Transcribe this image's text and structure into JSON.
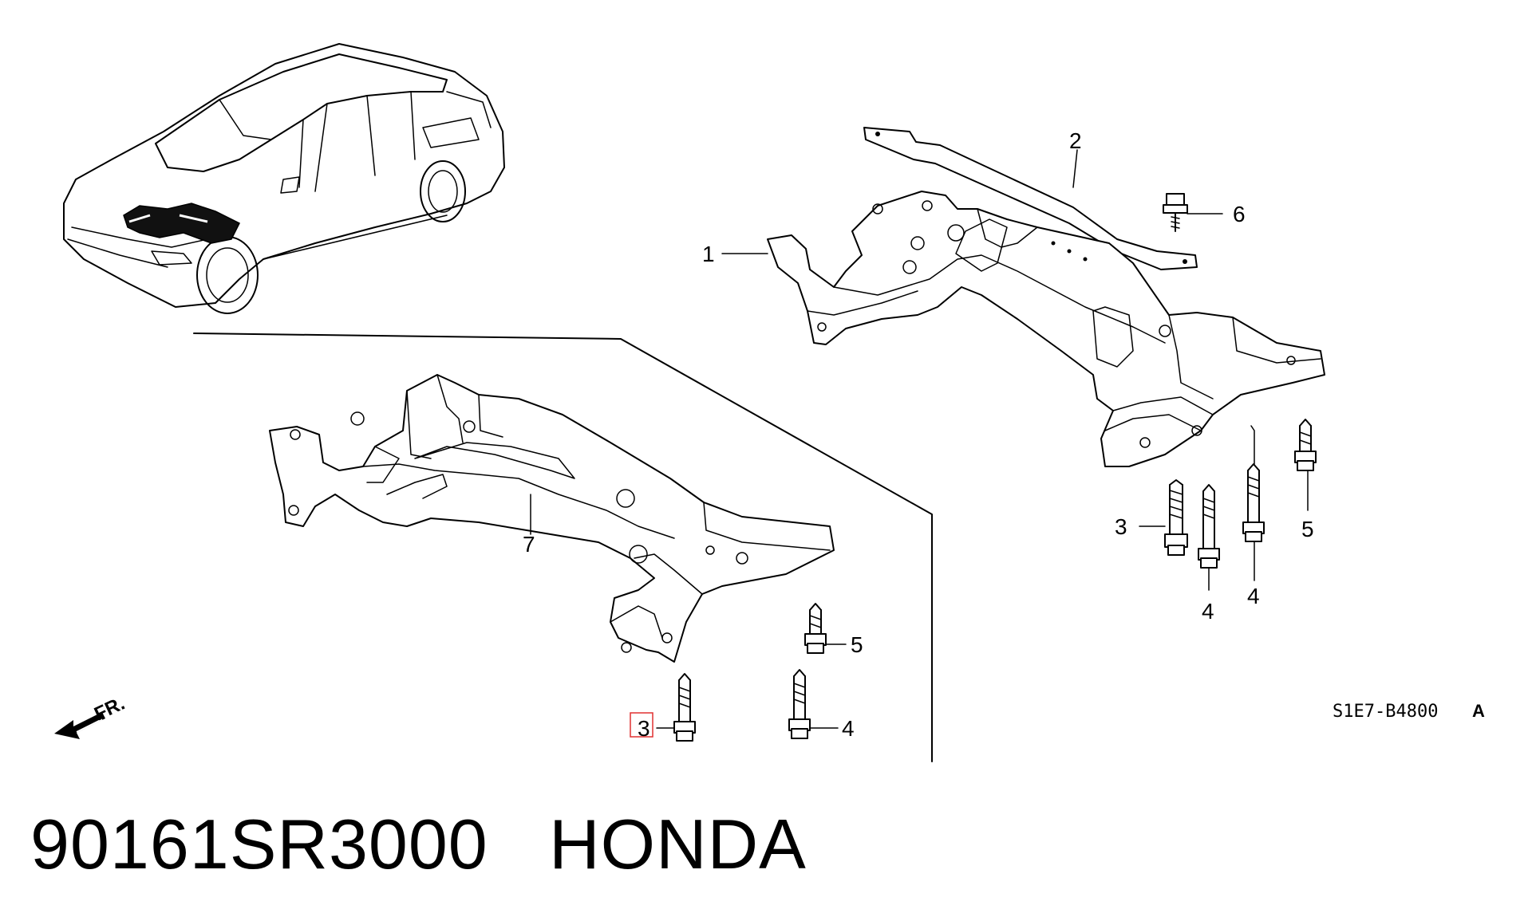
{
  "caption": {
    "part_number": "90161SR3000",
    "brand": "HONDA"
  },
  "diagram": {
    "drawing_code": "S1E7-B4800",
    "drawing_code_suffix": "A",
    "direction_label": "FR.",
    "callouts": [
      "1",
      "2",
      "3",
      "3",
      "4",
      "4",
      "4",
      "5",
      "5",
      "6",
      "7"
    ],
    "highlighted_callout": "3"
  }
}
